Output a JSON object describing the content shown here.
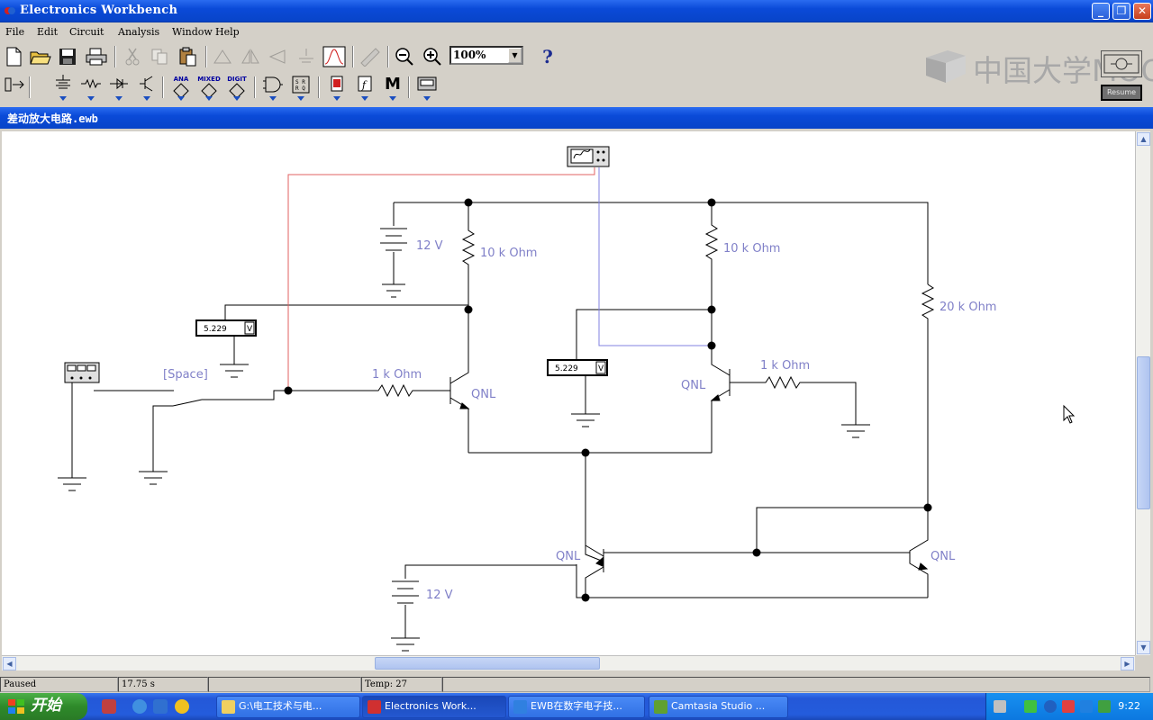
{
  "app": {
    "title": "Electronics Workbench",
    "document_title": "差动放大电路.ewb",
    "colors": {
      "title_bar": "#0a4ad8",
      "canvas": "#ffffff",
      "wire": "#000000",
      "label": "#8080c8",
      "probe_red": "#e06060",
      "probe_blue": "#8080e0"
    }
  },
  "menu": {
    "items": [
      "File",
      "Edit",
      "Circuit",
      "Analysis",
      "Window",
      "Help"
    ]
  },
  "toolbar": {
    "zoom_value": "100%",
    "help_label": "?",
    "file_icons": [
      "new-file-icon",
      "open-folder-icon",
      "save-icon",
      "print-icon"
    ],
    "edit_icons": [
      "cut-icon",
      "copy-icon",
      "paste-icon"
    ],
    "circuit_icons": [
      "rotate-icon",
      "flip-horizontal-icon",
      "flip-vertical-icon",
      "component-properties-icon",
      "graph-icon",
      "subcircuit-icon"
    ],
    "zoom_icons": [
      "zoom-out-icon",
      "zoom-in-icon"
    ],
    "parts_labels": [
      "ANA",
      "MIXED",
      "DIGIT"
    ],
    "parts_icons": [
      "favorites-icon",
      "sources-icon",
      "basic-icon",
      "diodes-icon",
      "transistors-icon",
      "analog-ics-icon",
      "mixed-ics-icon",
      "digital-ics-icon",
      "logic-gates-icon",
      "digital-icon",
      "indicators-icon",
      "controls-icon",
      "miscellaneous-icon",
      "instruments-icon"
    ],
    "misc_label": "M",
    "resume_label": "Resume"
  },
  "watermark": {
    "text": "中国大学MOOC"
  },
  "circuit": {
    "labels": {
      "battery_top": "12 V",
      "battery_bottom": "12 V",
      "r_collector_left": "10 k Ohm",
      "r_collector_right": "10 k Ohm",
      "r_emitter": "20 k Ohm",
      "r_base_left": "1 k Ohm",
      "r_base_right": "1 k Ohm",
      "q_left": "QNL",
      "q_right": "QNL",
      "q_mirror_left": "QNL",
      "q_mirror_right": "QNL",
      "switch_key": "[Space]",
      "meter_left_reading": "5.229",
      "meter_left_unit": "V",
      "meter_right_reading": "5.229",
      "meter_right_unit": "V"
    }
  },
  "status": {
    "state": "Paused",
    "time": "17.75 s",
    "temp": "Temp:  27"
  },
  "taskbar": {
    "start_label": "开始",
    "tasks": [
      {
        "label": "G:\\电工技术与电...",
        "icon": "folder-icon"
      },
      {
        "label": "Electronics Work...",
        "icon": "ewb-icon"
      },
      {
        "label": "EWB在数字电子技...",
        "icon": "ie-icon"
      },
      {
        "label": "Camtasia Studio ...",
        "icon": "camtasia-icon"
      }
    ],
    "clock": "9:22"
  }
}
